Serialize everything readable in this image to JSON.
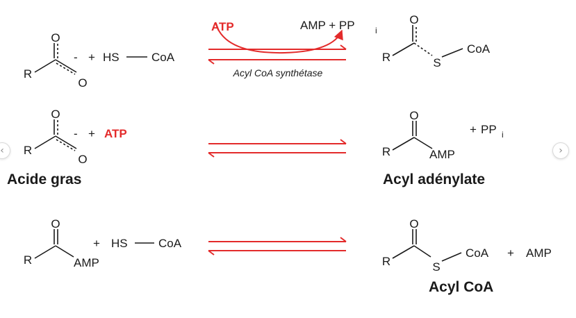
{
  "colors": {
    "accent_red": "#e32a2a",
    "ink": "#1a1a1a",
    "background": "#ffffff"
  },
  "symbols": {
    "R": "R",
    "O": "O",
    "S": "S",
    "minus": "-",
    "plus": "+",
    "HS": "HS",
    "bond_dash": "—",
    "CoA": "CoA",
    "ATP": "ATP",
    "AMP": "AMP",
    "PP": "PP",
    "i": "i",
    "AMP_plus_PP": "AMP + PP"
  },
  "enzyme_label": "Acyl CoA synthétase",
  "names": {
    "fatty_acid": "Acide gras",
    "acyl_adenylate": "Acyl adénylate",
    "acyl_coa": "Acyl CoA"
  },
  "nav": {
    "prev_icon": "chevron-left-icon",
    "next_icon": "chevron-right-icon",
    "prev_glyph": "‹",
    "next_glyph": "›"
  }
}
